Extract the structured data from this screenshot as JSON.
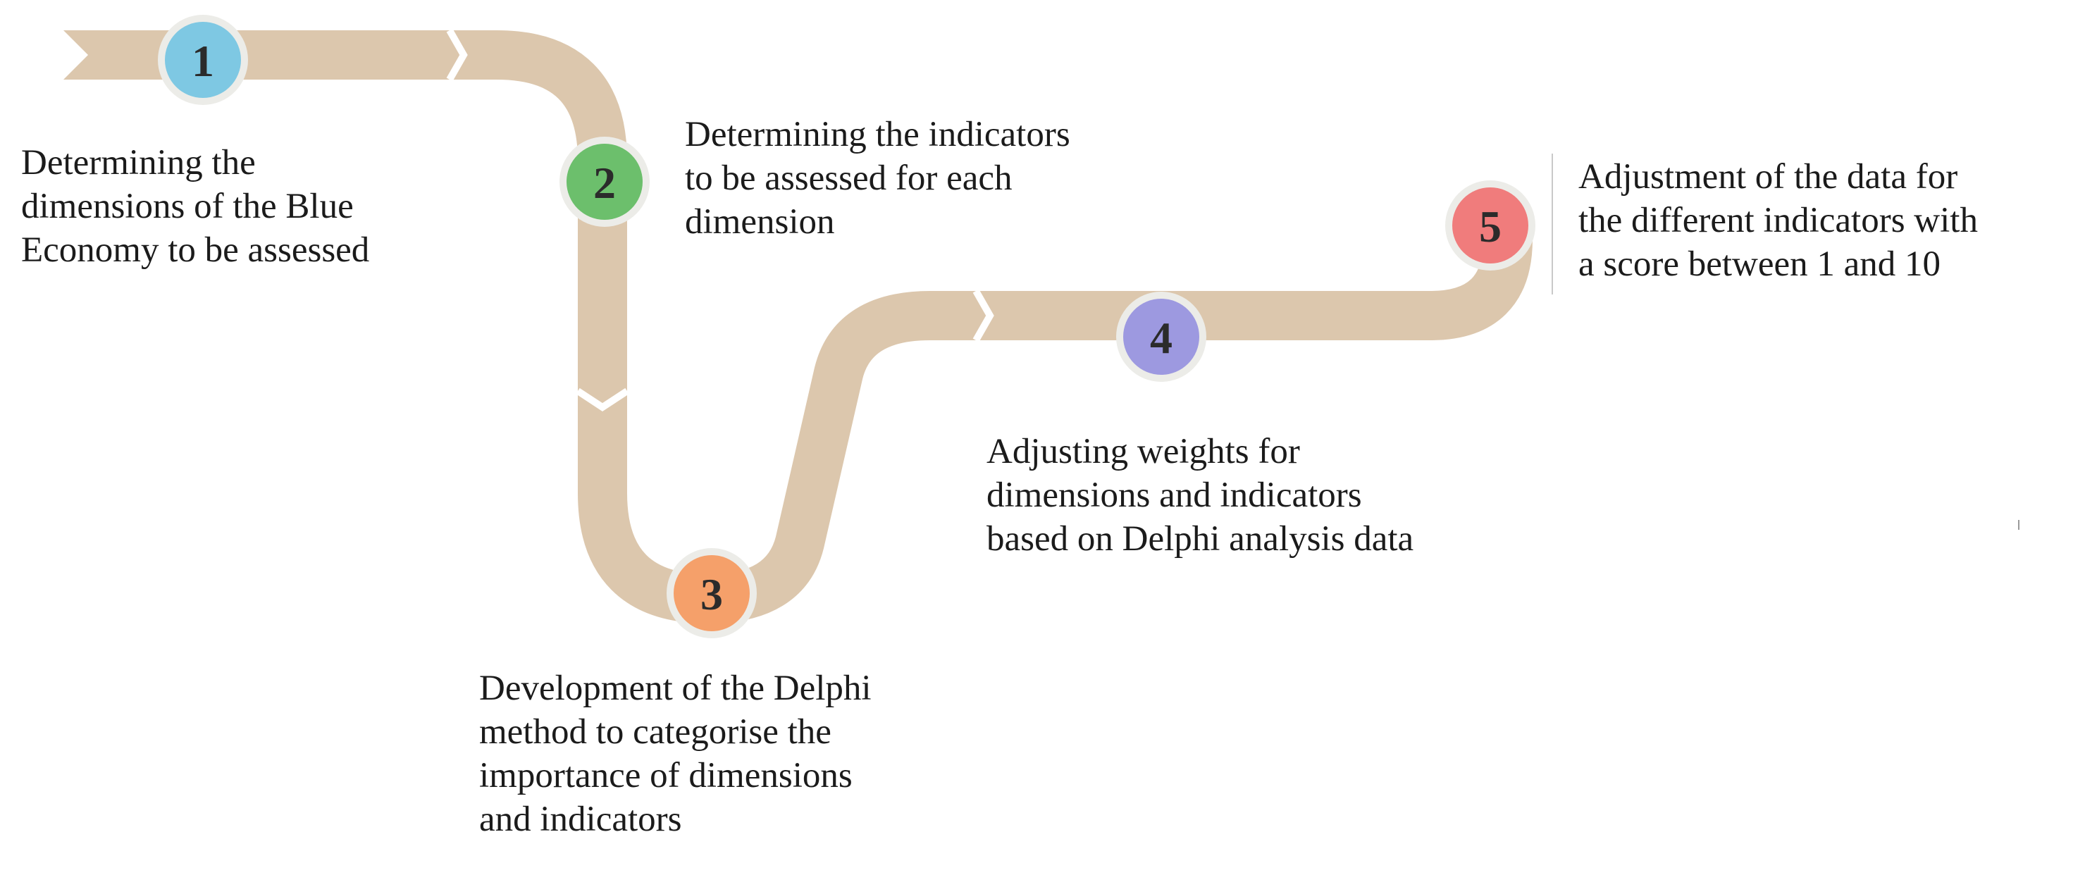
{
  "steps": [
    {
      "number": "1",
      "color": "#7ec8e3",
      "lines": [
        "Determining the",
        "dimensions of the Blue",
        "Economy to be assessed"
      ]
    },
    {
      "number": "2",
      "color": "#6cbf6c",
      "lines": [
        "Determining the indicators",
        "to be assessed for each",
        "dimension"
      ]
    },
    {
      "number": "3",
      "color": "#f5a06a",
      "lines": [
        "Development of the Delphi",
        "method to categorise the",
        "importance of dimensions",
        "and indicators"
      ]
    },
    {
      "number": "4",
      "color": "#9d99e0",
      "lines": [
        "Adjusting weights for",
        "dimensions and indicators",
        "based on Delphi analysis data"
      ]
    },
    {
      "number": "5",
      "color": "#f07c7c",
      "lines": [
        "Adjustment of the data for",
        "the different indicators with",
        "a score between 1 and 10"
      ]
    }
  ],
  "colors": {
    "path": "#dcc7ad",
    "badge_ring": "#ecece8",
    "divider": "#c9c9c9"
  }
}
